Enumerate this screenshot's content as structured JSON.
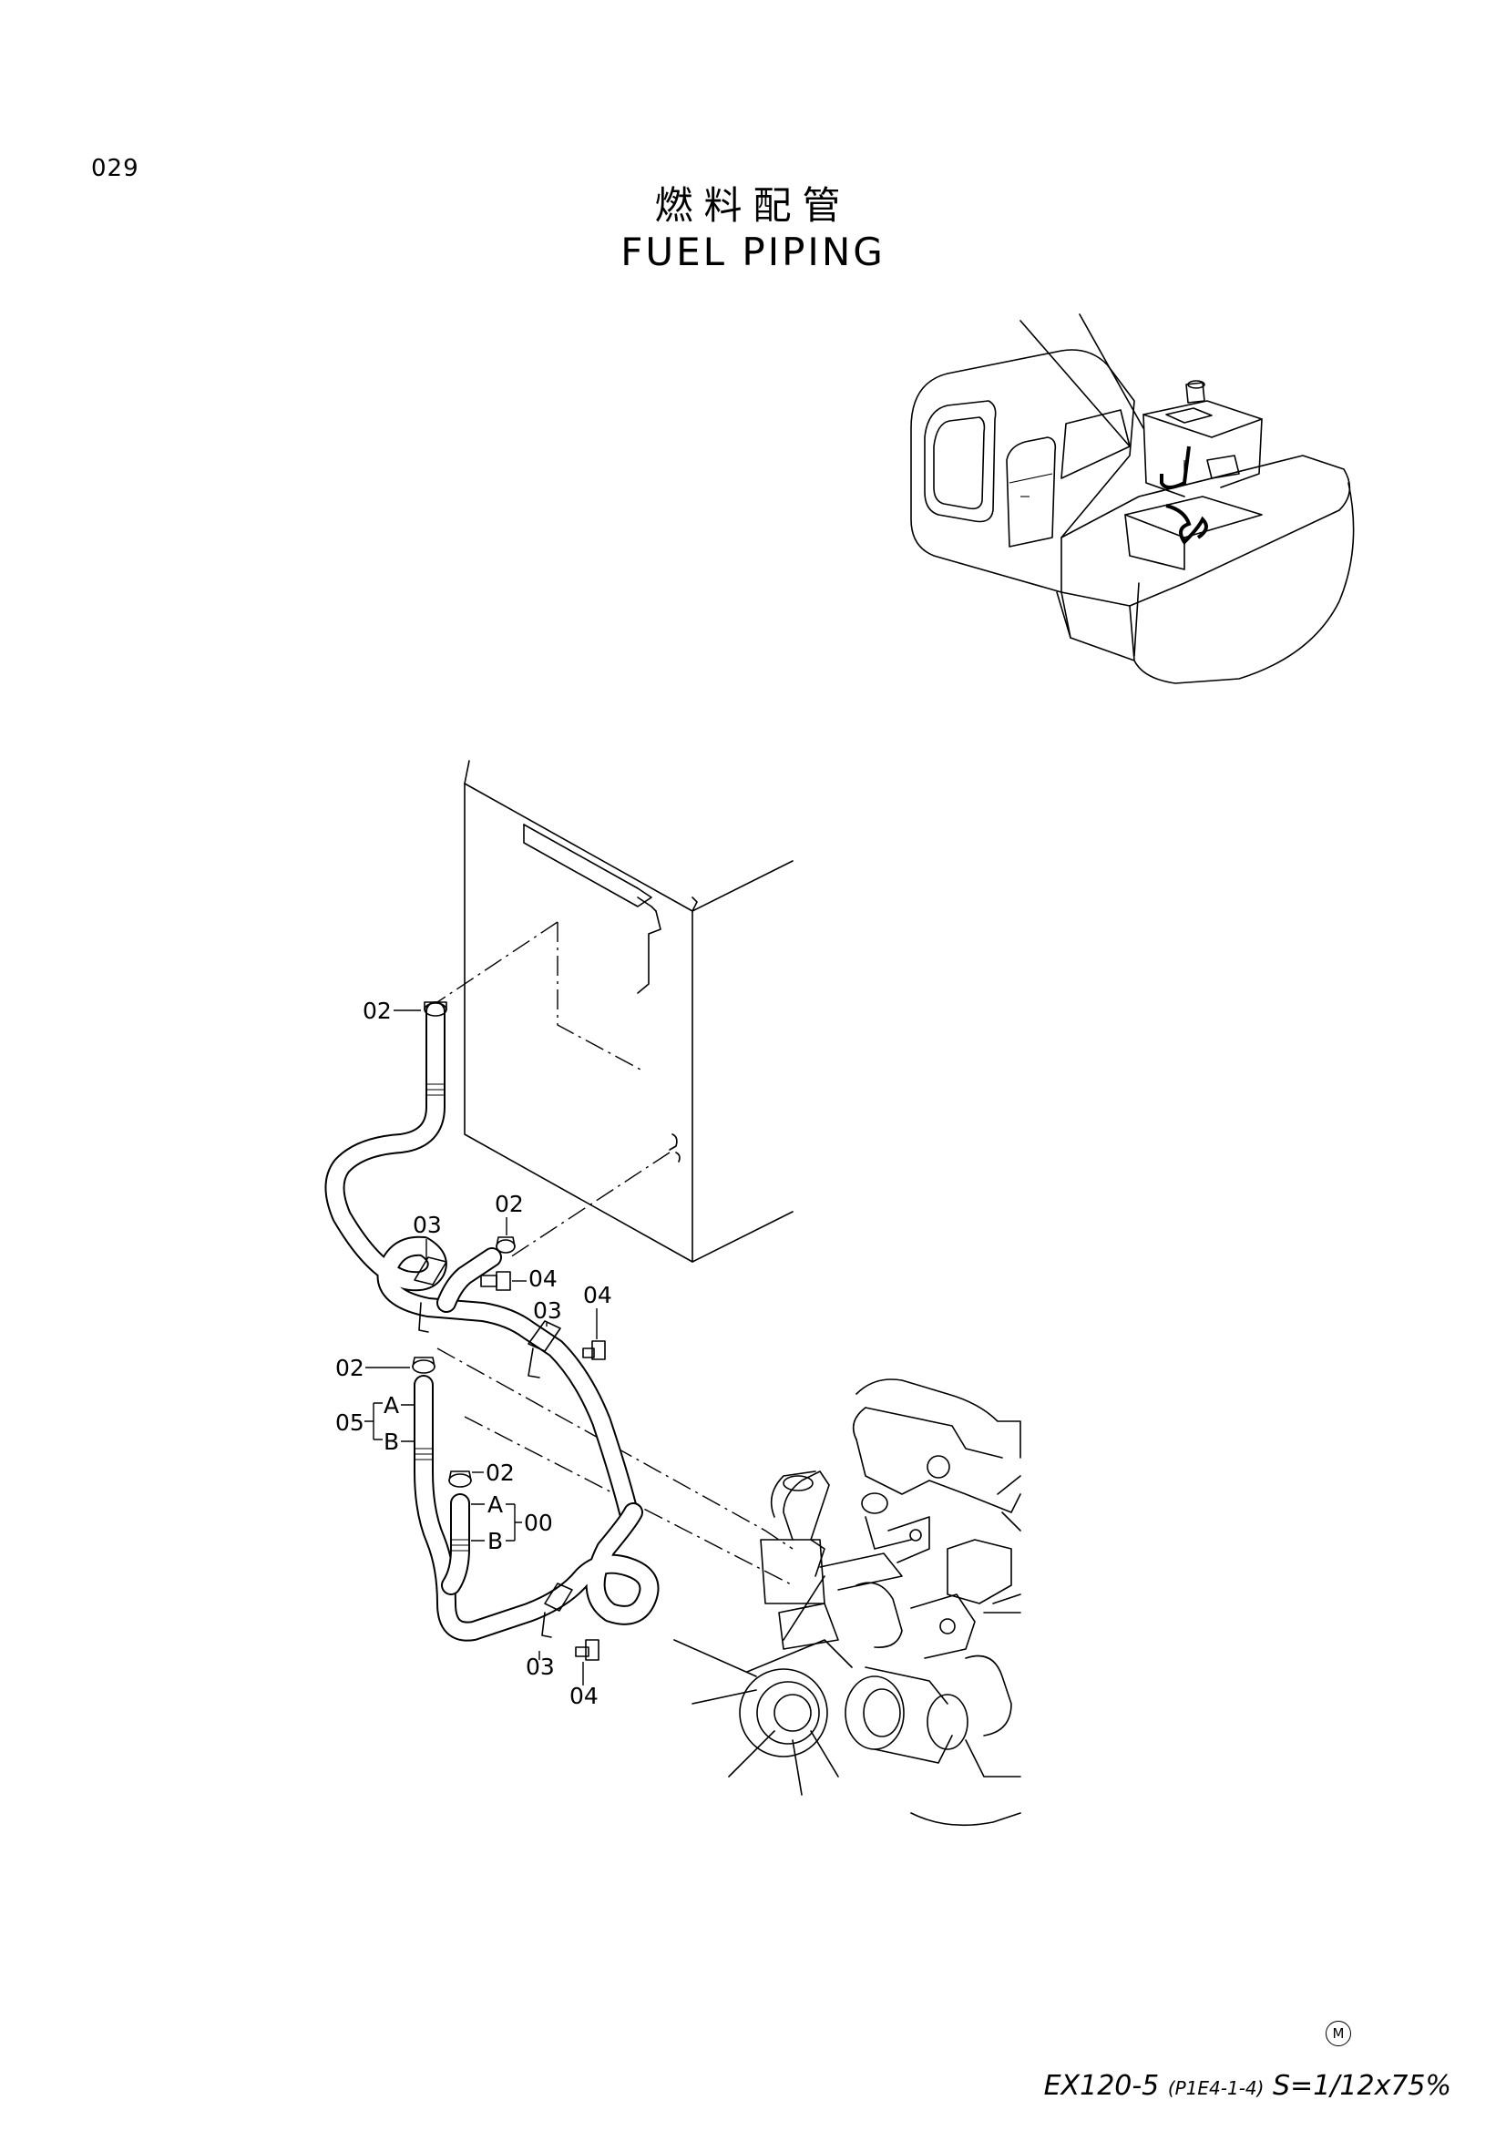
{
  "header": {
    "page_number": "029",
    "title_jp": "燃料配管",
    "title_en": "FUEL  PIPING"
  },
  "callouts": {
    "c1": "02",
    "c2": "02",
    "c3": "03",
    "c4": "04",
    "c5": "03",
    "c6": "04",
    "c7": "02",
    "c8": "05",
    "c9": "A",
    "c10": "B",
    "c11": "02",
    "c12": "A",
    "c13": "B",
    "c14": "00",
    "c15": "03",
    "c16": "04"
  },
  "footer": {
    "model": "EX120-5",
    "ref": "(P1E4-1-4)",
    "scale": "S=1/12x75%",
    "mark": "M"
  }
}
